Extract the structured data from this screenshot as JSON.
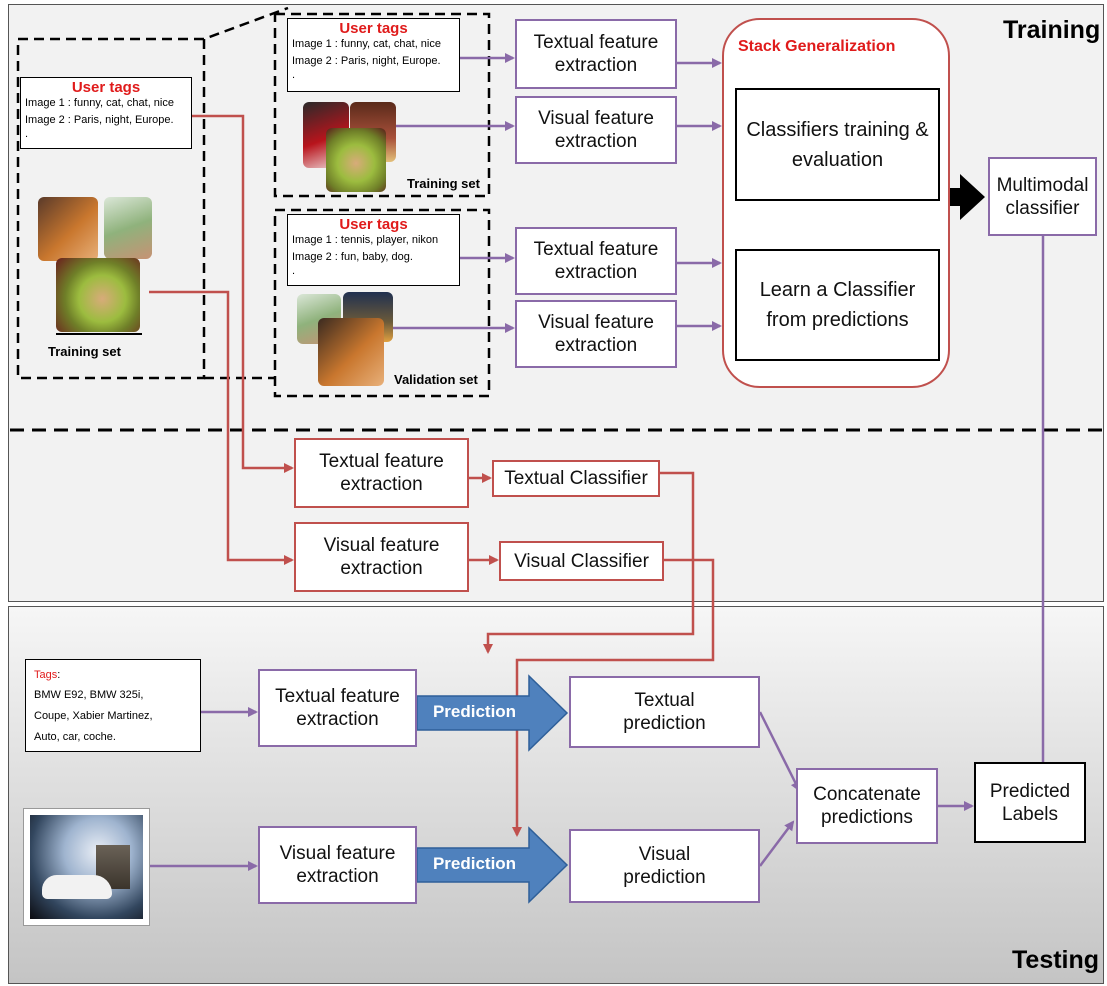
{
  "regions": {
    "training": "Training",
    "testing": "Testing"
  },
  "training_set": {
    "tags_title": "User tags",
    "tag_lines": [
      "Image 1 : funny, cat, chat, nice",
      "Image 2 : Paris, night, Europe.",
      "."
    ],
    "label": "Training set"
  },
  "inner_training_set": {
    "tags_title": "User tags",
    "tag_lines": [
      "Image 1 : funny, cat, chat, nice",
      "Image 2 : Paris, night, Europe.",
      "."
    ],
    "label": "Training set"
  },
  "validation_set": {
    "tags_title": "User tags",
    "tag_lines": [
      "Image 1 : tennis, player, nikon",
      "Image 2 : fun, baby, dog.",
      "."
    ],
    "label": "Validation set"
  },
  "stack": {
    "title": "Stack Generalization",
    "train_eval": "Classifiers training &\nevaluation",
    "learn": "Learn a Classifier\nfrom predictions"
  },
  "multimodal": "Multimodal\nclassifier",
  "feature_boxes": {
    "textual": "Textual feature\nextraction",
    "visual": "Visual feature\nextraction"
  },
  "classifiers": {
    "textual": "Textual Classifier",
    "visual": "Visual Classifier"
  },
  "test_tags": {
    "title": "Tags",
    "suffix": ":",
    "lines": [
      "BMW E92, BMW 325i,",
      "Coupe, Xabier Martinez,",
      "Auto, car, coche."
    ]
  },
  "prediction_arrow": "Prediction",
  "predictions": {
    "textual": "Textual\nprediction",
    "visual": "Visual\nprediction"
  },
  "concatenate": "Concatenate\npredictions",
  "predicted_labels": "Predicted\nLabels",
  "colors": {
    "purple": "#8a6aa8",
    "red": "#c0504d",
    "tag_red": "#e01b1b",
    "arrow_blue": "#4f81bd",
    "black": "#000000"
  }
}
